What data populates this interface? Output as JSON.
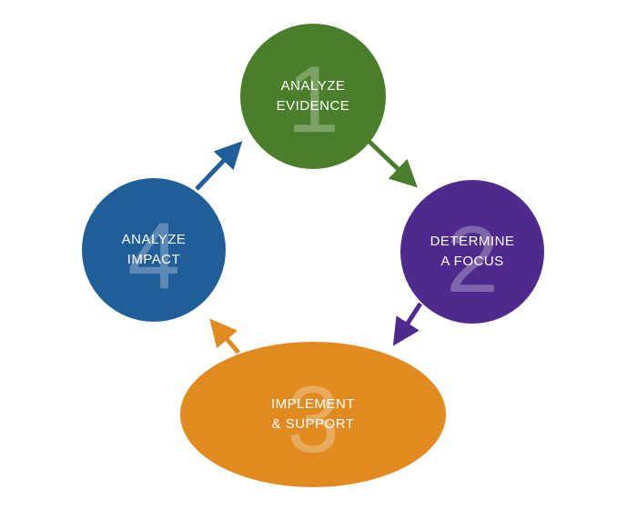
{
  "colors": {
    "step1": "#4a7e2b",
    "step2": "#4d2a8c",
    "step3": "#e08a1f",
    "step4": "#205e99"
  },
  "steps": [
    {
      "number": "1",
      "line1": "ANALYZE",
      "line2": "EVIDENCE"
    },
    {
      "number": "2",
      "line1": "DETERMINE",
      "line2": "A FOCUS"
    },
    {
      "number": "3",
      "line1": "IMPLEMENT",
      "line2": "& SUPPORT"
    },
    {
      "number": "4",
      "line1": "ANALYZE",
      "line2": "IMPACT"
    }
  ]
}
